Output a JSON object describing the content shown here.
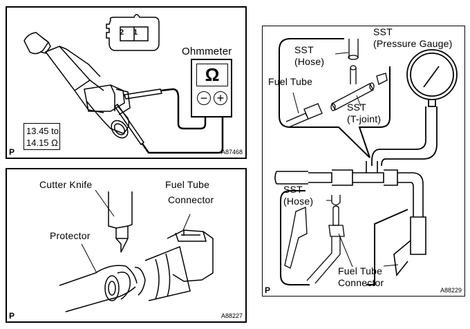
{
  "panels": [
    {
      "id": "resistance-check",
      "connector_pins": [
        "2",
        "1"
      ],
      "meter_label": "Ohmmeter",
      "meter_display_symbol": "Ω",
      "meter_terminals": [
        "−",
        "+"
      ],
      "spec_line1": "13.45 to",
      "spec_line2": "14.15 Ω",
      "corner_mark": "P",
      "figure_id": "A87468"
    },
    {
      "id": "cut-protector",
      "labels": {
        "cutter_knife": "Cutter Knife",
        "fuel_tube": "Fuel Tube",
        "connector": "Connector",
        "protector": "Protector"
      },
      "corner_mark": "P",
      "figure_id": "A88227"
    },
    {
      "id": "pressure-gauge-install",
      "labels": {
        "sst_gauge_1": "SST",
        "sst_gauge_2": "(Pressure Gauge)",
        "sst_hose_top_1": "SST",
        "sst_hose_top_2": "(Hose)",
        "fuel_tube": "Fuel Tube",
        "sst_tjoint_1": "SST",
        "sst_tjoint_2": "(T-joint)",
        "sst_hose_bottom_1": "SST",
        "sst_hose_bottom_2": "(Hose)",
        "fuel_tube_connector_1": "Fuel Tube",
        "fuel_tube_connector_2": "Connector"
      },
      "corner_mark": "P",
      "figure_id": "A88229"
    }
  ]
}
